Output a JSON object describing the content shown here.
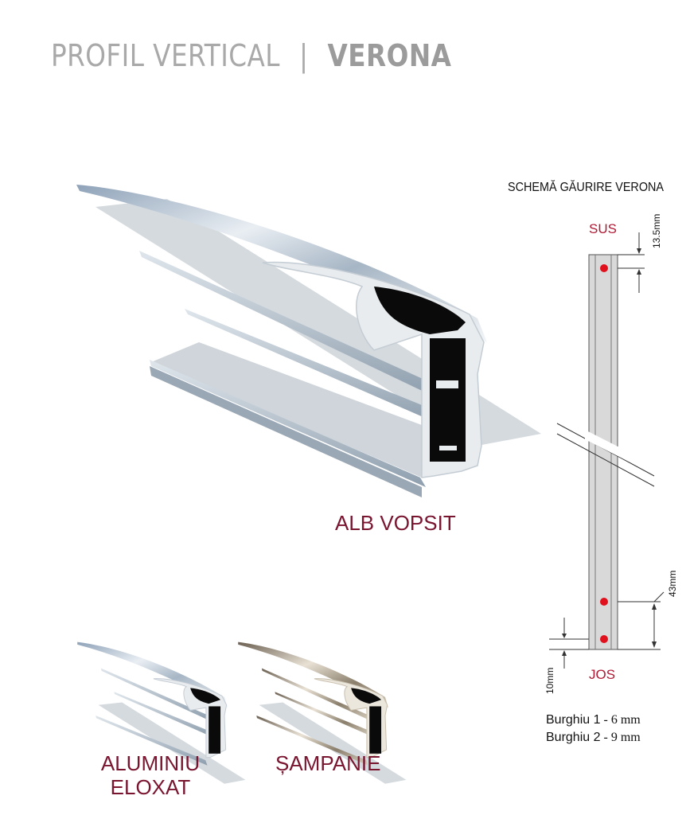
{
  "header": {
    "title_left": "PROFIL VERTICAL",
    "separator": "|",
    "title_right": "VERONA"
  },
  "main_profile": {
    "label": "ALB VOPSIT"
  },
  "variants": [
    {
      "label_line1": "ALUMINIU",
      "label_line2": "ELOXAT"
    },
    {
      "label_line1": "ȘAMPANIE"
    }
  ],
  "schema": {
    "title": "SCHEMĂ GĂURIRE VERONA",
    "top_label": "SUS",
    "bottom_label": "JOS",
    "dim_top": "13.5mm",
    "dim_between": "43mm",
    "dim_bottom": "10mm",
    "drills": [
      {
        "name": "Burghiu 1",
        "value": "-  6 mm"
      },
      {
        "name": "Burghiu 2",
        "value": "-  9 mm"
      }
    ],
    "hole_color": "#e0101c"
  },
  "colors": {
    "accent": "#7a1530",
    "title_gray": "#a9a9a9"
  }
}
